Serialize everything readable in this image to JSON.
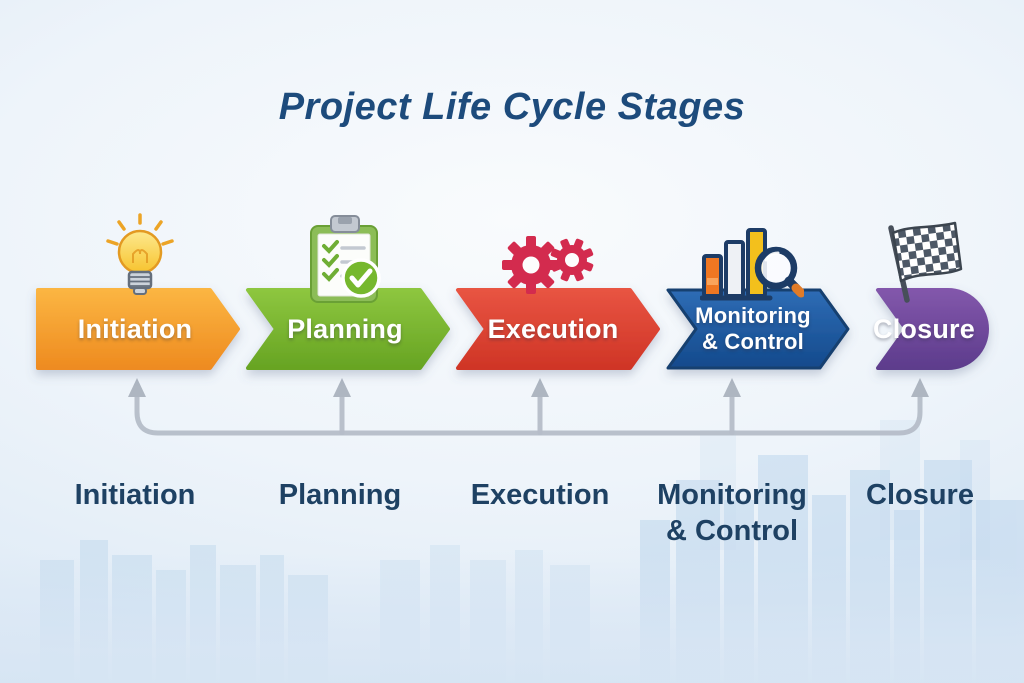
{
  "title": "Project Life Cycle Stages",
  "diagram_type": "process-flow-chevrons-with-feedback-loop",
  "colors": {
    "title_text": "#1d4b7c",
    "bottom_label_text": "#1e4163",
    "connector_line": "#b5bdc8",
    "background_tint": "#d2e3f3",
    "stage_label_text": "#ffffff"
  },
  "stages": [
    {
      "label": "Initiation",
      "bottom_label": "Initiation",
      "icon": "lightbulb-icon",
      "color_top": "#fbb542",
      "color_bottom": "#ee8b20"
    },
    {
      "label": "Planning",
      "bottom_label": "Planning",
      "icon": "clipboard-checklist-icon",
      "color_top": "#8dc63f",
      "color_bottom": "#67a423"
    },
    {
      "label": "Execution",
      "bottom_label": "Execution",
      "icon": "gears-icon",
      "color_top": "#e85442",
      "color_bottom": "#cf3526"
    },
    {
      "label": "Monitoring & Control",
      "label_line1": "Monitoring",
      "label_line2": "& Control",
      "bottom_label_line1": "Monitoring",
      "bottom_label_line2": "& Control",
      "icon": "bar-chart-magnifier-icon",
      "color_top": "#2e6cb5",
      "color_bottom": "#144a8c"
    },
    {
      "label": "Closure",
      "bottom_label": "Closure",
      "icon": "checkered-flag-icon",
      "color_top": "#8257ab",
      "color_bottom": "#5d3c8c"
    }
  ]
}
